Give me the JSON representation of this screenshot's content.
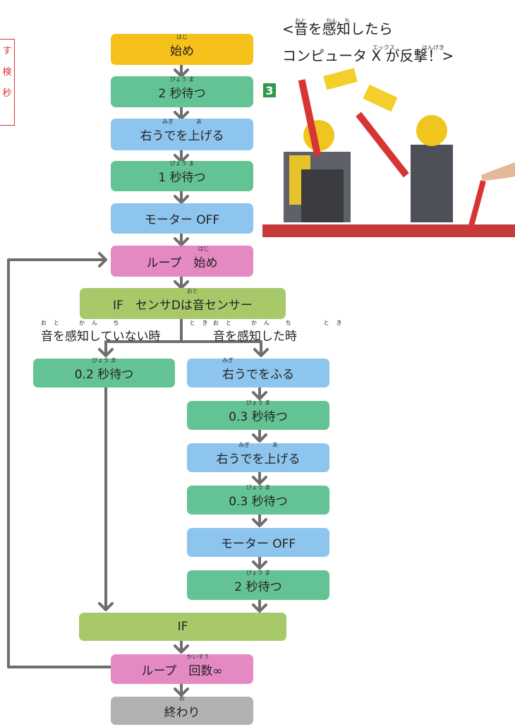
{
  "side_note": {
    "chars": [
      "す",
      "検",
      "秒"
    ]
  },
  "caption": {
    "line1": "<音を感知したら",
    "line1_ruby": [
      "おと",
      "かん",
      "ち"
    ],
    "line2": "コンピュータ X が反撃！>",
    "line2_ruby": [
      "エックス",
      "はんげき"
    ]
  },
  "badge": "3",
  "flow": {
    "start": {
      "text": "始め",
      "ruby": "はじ"
    },
    "wait2a": {
      "text": "2 秒待つ",
      "ruby": "びょう ま"
    },
    "arm_up_a": {
      "text": "右うでを上げる",
      "ruby": "みぎ　　　　あ"
    },
    "wait1": {
      "text": "1 秒待つ",
      "ruby": "びょう ま"
    },
    "motor_off_a": {
      "text": "モーター OFF"
    },
    "loop_start": {
      "text": "ループ　始め",
      "ruby": "はじ"
    },
    "if_box": {
      "text": "IF　センサDは音センサー",
      "ruby": "おと"
    },
    "branch_left": {
      "text": "音を感知していない時",
      "ruby": "おと　かん ち　　　　　とき"
    },
    "branch_right": {
      "text": "音を感知した時",
      "ruby": "おと　かん ち　　とき"
    },
    "wait02": {
      "text": "0.2 秒待つ",
      "ruby": "びょう ま"
    },
    "arm_swing": {
      "text": "右うでをふる",
      "ruby": "みぎ"
    },
    "wait03a": {
      "text": "0.3 秒待つ",
      "ruby": "びょう ま"
    },
    "arm_up_b": {
      "text": "右うでを上げる",
      "ruby": "みぎ　　　　あ"
    },
    "wait03b": {
      "text": "0.3 秒待つ",
      "ruby": "びょう ま"
    },
    "motor_off_b": {
      "text": "モーター OFF"
    },
    "wait2b": {
      "text": "2 秒待つ",
      "ruby": "びょう ま"
    },
    "if_end": {
      "text": "IF"
    },
    "loop_count": {
      "text": "ループ　回数∞",
      "ruby": "かいすう"
    },
    "end": {
      "text": "終わり",
      "ruby": "お"
    }
  },
  "colors": {
    "start": "#f6c11a",
    "wait": "#64c395",
    "action": "#8ec5ee",
    "loop": "#e589c3",
    "if": "#a8c96a",
    "end": "#b2b2b2",
    "arrow": "#6e6e6e"
  }
}
